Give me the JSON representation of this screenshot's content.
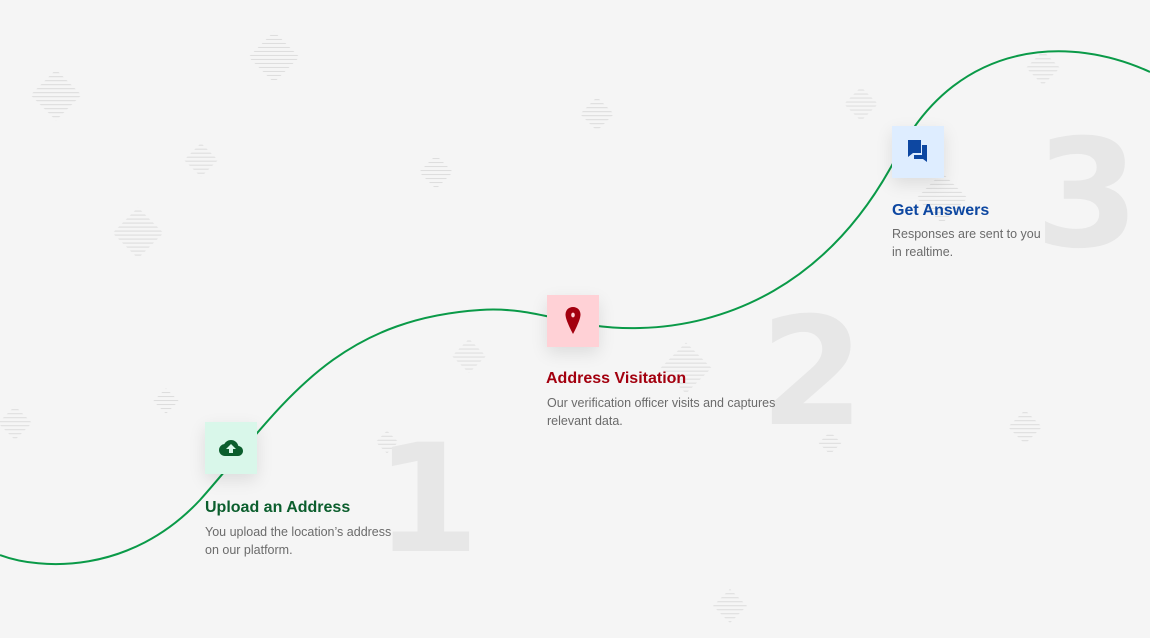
{
  "steps": [
    {
      "number": "1",
      "title": "Upload an Address",
      "description": "You upload the location’s address on our platform.",
      "icon": "cloud-upload-icon",
      "accent": "#0b5e2d",
      "icon_bg": "#d9f7ea"
    },
    {
      "number": "2",
      "title": "Address Visitation",
      "description": "Our verification officer visits and captures relevant data.",
      "icon": "map-pin-icon",
      "accent": "#a3000f",
      "icon_bg": "#ffd1d6"
    },
    {
      "number": "3",
      "title": "Get Answers",
      "description": "Responses are sent to you in realtime.",
      "icon": "chat-bubbles-icon",
      "accent": "#0d47a1",
      "icon_bg": "#deedff"
    }
  ],
  "colors": {
    "path_line": "#0a9a48",
    "background": "#f5f5f5",
    "pattern": "#dcdcdc",
    "big_number": "#e7e7e7"
  }
}
